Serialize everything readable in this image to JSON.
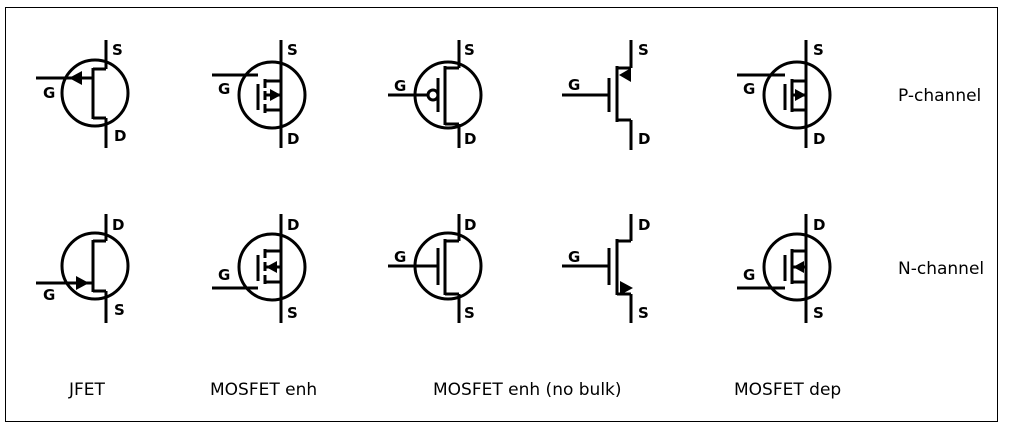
{
  "pins": {
    "gate": "G",
    "source": "S",
    "drain": "D"
  },
  "rows": {
    "p": "P-channel",
    "n": "N-channel"
  },
  "columns": {
    "jfet": "JFET",
    "mosfet_enh": "MOSFET enh",
    "mosfet_enh_nobulk": "MOSFET enh (no bulk)",
    "mosfet_dep": "MOSFET dep"
  },
  "colors": {
    "line": "#000000",
    "background": "#ffffff"
  }
}
